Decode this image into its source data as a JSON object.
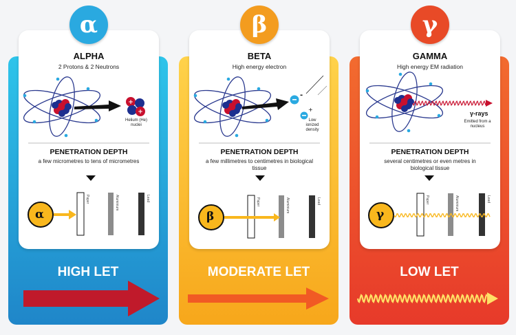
{
  "panels": [
    {
      "symbol": "α",
      "title": "ALPHA",
      "subtitle": "2 Protons & 2 Neutrons",
      "particle_label": "Helium (He) nuclei",
      "penetration_title": "PENETRATION DEPTH",
      "penetration_text": "a few micrometres to tens of micrometres",
      "let_label": "HIGH LET"
    },
    {
      "symbol": "β",
      "title": "BETA",
      "subtitle": "High energy electron",
      "particle_label": "Low ionized density",
      "penetration_title": "PENETRATION DEPTH",
      "penetration_text": "a few millimetres to centimetres in biological tissue",
      "let_label": "MODERATE LET"
    },
    {
      "symbol": "γ",
      "title": "GAMMA",
      "subtitle": "High energy EM radiation",
      "gamma_rays_label": "γ-rays",
      "particle_label": "Emitted from a nucleus",
      "penetration_title": "PENETRATION DEPTH",
      "penetration_text": "several centimetres or even metres in biological tissue",
      "let_label": "LOW LET"
    }
  ],
  "barriers": [
    "Paper",
    "Aluminium",
    "Lead"
  ],
  "colors": {
    "alpha": "#2aa9e0",
    "beta": "#f39c1f",
    "gamma": "#e84a27",
    "proton": "#c8102e",
    "neutron": "#1d2f8f",
    "arrow_high": "#c01a2b",
    "arrow_moderate": "#f15a24",
    "wave_low": "#ffe066"
  }
}
